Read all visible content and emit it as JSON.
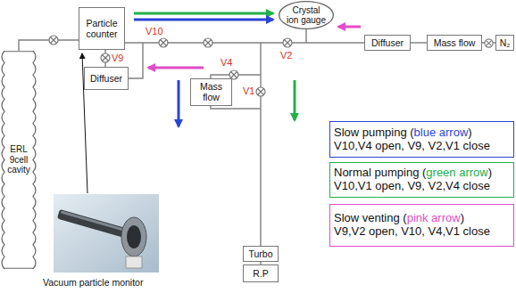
{
  "diagram": {
    "nodes": [
      {
        "text": [
          "Crystal ion gauge"
        ]
      },
      {
        "text": [
          "Particle counter"
        ]
      },
      {
        "text": [
          "ERL 9cell cavity"
        ]
      },
      {
        "text": [
          "Diffuser"
        ]
      },
      {
        "text": [
          "Diffuser"
        ]
      },
      {
        "text": [
          "Mass flow"
        ]
      },
      {
        "text": [
          "N₂"
        ]
      },
      {
        "text": [
          "Mass flow"
        ]
      },
      {
        "text": [
          "Turbo"
        ]
      },
      {
        "text": [
          "R.P"
        ]
      },
      {
        "text": [
          "Slow pumping (blue arrow)",
          "V10,V4 open, V9, V2,V1 close"
        ]
      },
      {
        "text": [
          "Normal pumping (green arrow)",
          "V10,V1 open, V9, V2,V4 close"
        ]
      },
      {
        "text": [
          "Slow venting (pink arrow)",
          "V9,V2 open, V10, V4,V1 close"
        ]
      }
    ],
    "edges": [
      {
        "from": 2,
        "to": 1,
        "arrow": "none"
      },
      {
        "from": 4,
        "to": 5,
        "arrow": "none"
      },
      {
        "from": 5,
        "to": 6,
        "arrow": "none"
      },
      {
        "from": 8,
        "to": 9,
        "arrow": "none"
      }
    ],
    "labels": [
      "V10",
      "V9",
      "V2",
      "V4",
      "V1",
      "Vacuum particle monitor"
    ]
  }
}
